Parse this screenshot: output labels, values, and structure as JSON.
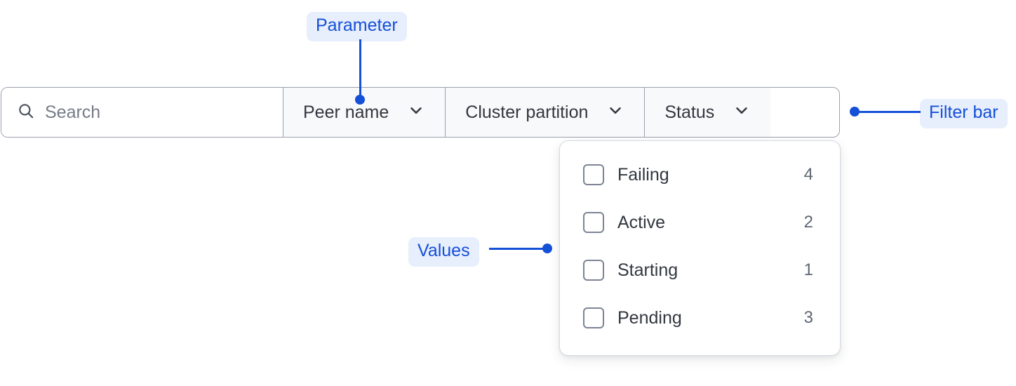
{
  "filter_bar": {
    "search": {
      "icon": "search-icon",
      "placeholder": "Search",
      "value": ""
    },
    "buttons": [
      {
        "label": "Peer name",
        "icon": "chevron-down-icon"
      },
      {
        "label": "Cluster partition",
        "icon": "chevron-down-icon"
      },
      {
        "label": "Status",
        "icon": "chevron-down-icon"
      }
    ]
  },
  "dropdown": {
    "items": [
      {
        "label": "Failing",
        "count": "4",
        "checked": false
      },
      {
        "label": "Active",
        "count": "2",
        "checked": false
      },
      {
        "label": "Starting",
        "count": "1",
        "checked": false
      },
      {
        "label": "Pending",
        "count": "3",
        "checked": false
      }
    ]
  },
  "annotations": [
    {
      "label": "Parameter"
    },
    {
      "label": "Filter bar"
    },
    {
      "label": "Values"
    }
  ],
  "colors": {
    "annotation_text": "#1550d8",
    "annotation_fill": "#e7eefc",
    "border": "#9ca0ad",
    "button_fill": "#f8f9fa",
    "text": "#32373f",
    "muted_text": "#5f6672"
  }
}
